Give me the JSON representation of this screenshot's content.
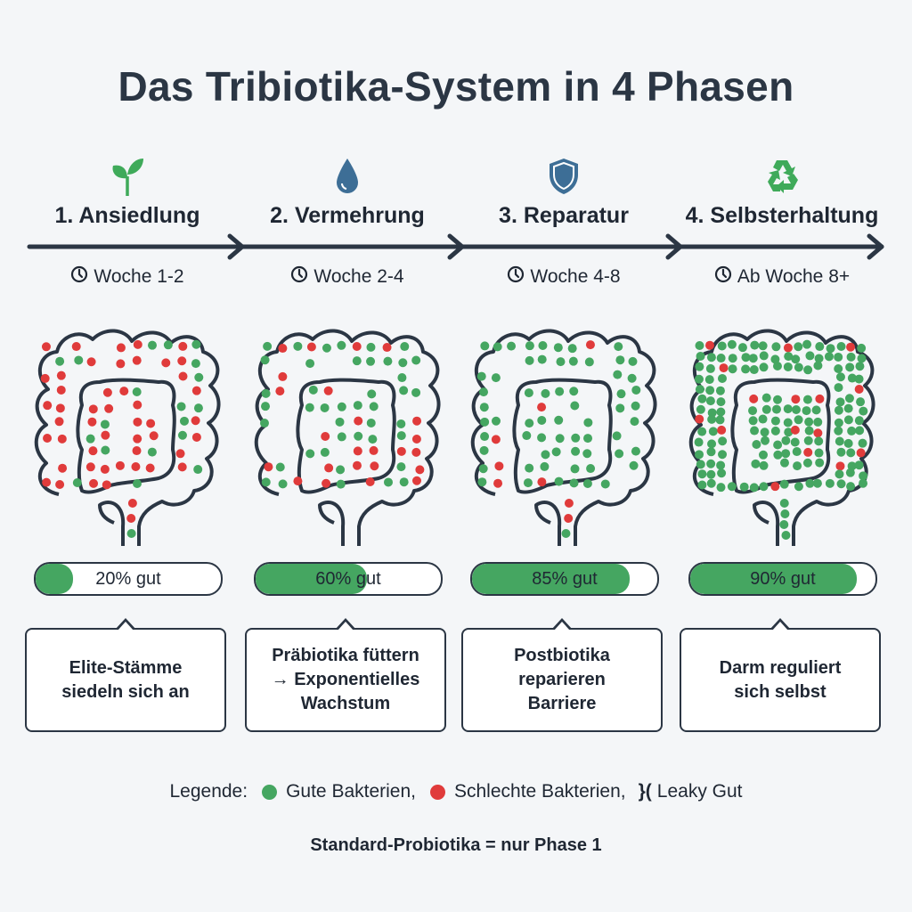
{
  "title": "Das Tribiotika-System in 4 Phasen",
  "colors": {
    "good": "#45a661",
    "bad": "#e03b3b",
    "outline": "#2b3644",
    "icon_green": "#3faa5a",
    "icon_blue": "#3d6e96"
  },
  "phases": [
    {
      "name": "1. Ansiedlung",
      "icon": "sprout-icon",
      "duration": "Woche 1-2",
      "good_percent": 20,
      "bar_label": "20% gut",
      "description": "Elite-Stämme\nsiedeln sich an"
    },
    {
      "name": "2. Vermehrung",
      "icon": "water-drop-icon",
      "duration": "Woche 2-4",
      "good_percent": 60,
      "bar_label": "60% gut",
      "description": "Präbiotika füttern\n→ Exponentielles\nWachstum"
    },
    {
      "name": "3. Reparatur",
      "icon": "shield-icon",
      "duration": "Woche 4-8",
      "good_percent": 85,
      "bar_label": "85% gut",
      "description": "Postbiotika\nreparieren\nBarriere"
    },
    {
      "name": "4. Selbsterhaltung",
      "icon": "recycle-icon",
      "duration": "Ab Woche 8+",
      "good_percent": 90,
      "bar_label": "90% gut",
      "description": "Darm reguliert\nsich selbst"
    }
  ],
  "legend": {
    "label": "Legende:",
    "good": "Gute Bakterien,",
    "bad": "Schlechte Bakterien,",
    "leaky_symbol": "}(",
    "leaky": "Leaky Gut"
  },
  "footer": "Standard-Probiotika = nur Phase 1"
}
